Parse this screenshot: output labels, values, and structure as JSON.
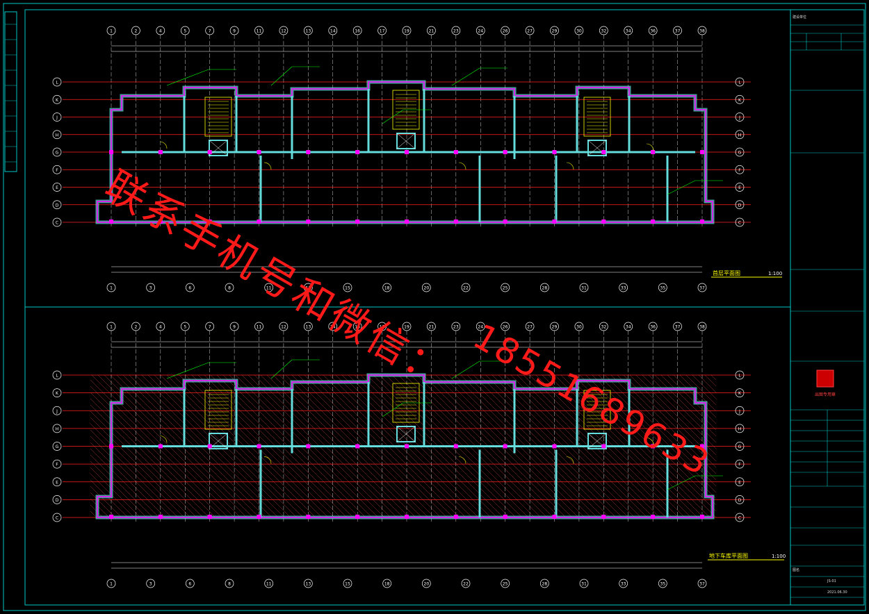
{
  "drawing": {
    "top_plan_title": "首层平面图",
    "top_plan_scale": "1:100",
    "bottom_plan_title": "地下车库平面图",
    "bottom_plan_scale": "1:100",
    "column_axes_top": [
      "1",
      "2",
      "4",
      "5",
      "7",
      "9",
      "11",
      "12",
      "13",
      "14",
      "16",
      "17",
      "19",
      "21",
      "23",
      "24",
      "26",
      "27",
      "29",
      "30",
      "32",
      "34",
      "36",
      "37",
      "38"
    ],
    "column_axes_bottom": [
      "1",
      "3",
      "6",
      "8",
      "11",
      "13",
      "15",
      "18",
      "20",
      "22",
      "25",
      "28",
      "31",
      "33",
      "35",
      "37"
    ],
    "row_axes_top": [
      "L",
      "K",
      "J",
      "H",
      "G",
      "F",
      "E",
      "D",
      "C"
    ],
    "row_axes_bottom": [
      "L",
      "K",
      "J",
      "H",
      "G",
      "F",
      "E",
      "D",
      "C"
    ],
    "colors": {
      "background": "#000000",
      "frame": "#00c8c8",
      "wall": "#ff00ff",
      "wall_fill": "#66dddd",
      "grid": "#ff2020",
      "dimension": "#ffffff",
      "annotation": "#00ff00",
      "axis_bubble": "#ffffff",
      "stair": "#ffff00",
      "watermark": "#ff1a1a"
    }
  },
  "title_block": {
    "project_label": "建设单位",
    "stamp_text": "出图专用章",
    "drawing_label": "图名",
    "drawing_no": "JS-01",
    "date": "2021.06.30"
  },
  "watermark": {
    "line1": "联系手机号和微信：",
    "line2": "18551689633"
  }
}
